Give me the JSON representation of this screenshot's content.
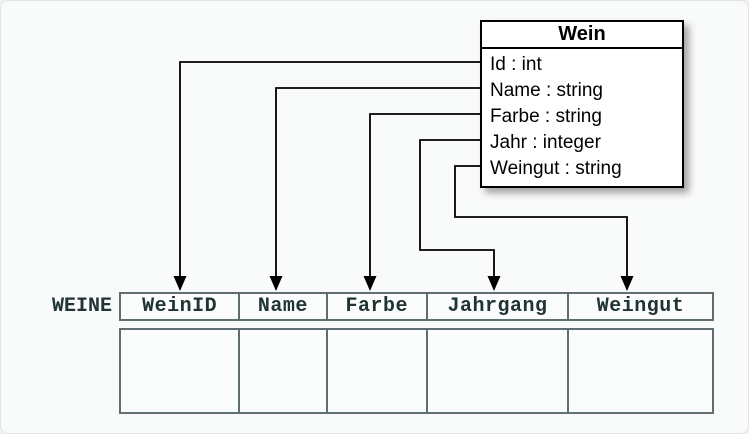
{
  "class_box": {
    "title": "Wein",
    "attributes": [
      "Id : int",
      "Name : string",
      "Farbe : string",
      "Jahr : integer",
      "Weingut : string"
    ]
  },
  "table": {
    "label": "WEINE",
    "columns": [
      "WeinID",
      "Name",
      "Farbe",
      "Jahrgang",
      "Weingut"
    ],
    "empty_row_count": 1
  },
  "mappings": [
    {
      "from": "Id",
      "to": "WeinID"
    },
    {
      "from": "Name",
      "to": "Name"
    },
    {
      "from": "Farbe",
      "to": "Farbe"
    },
    {
      "from": "Jahr",
      "to": "Jahrgang"
    },
    {
      "from": "Weingut",
      "to": "Weingut"
    }
  ],
  "colors": {
    "connector": "#000000",
    "box_border": "#000000",
    "table_border": "#5f6e70",
    "table_text": "#213435",
    "background": "#f9fafa"
  }
}
